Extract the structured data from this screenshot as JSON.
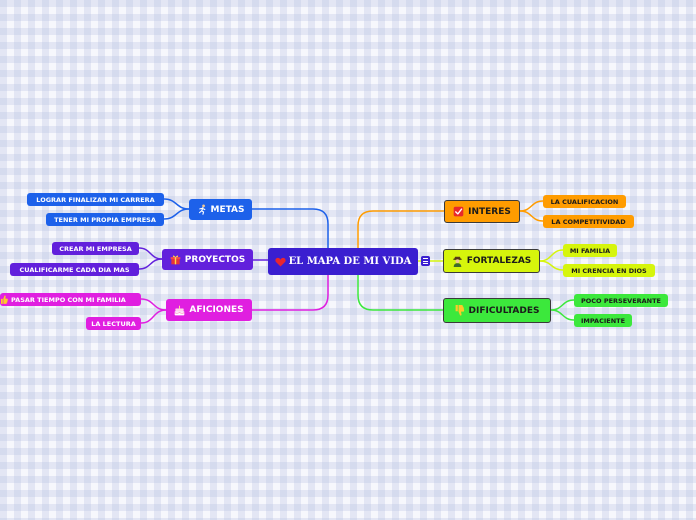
{
  "mindmap": {
    "central": {
      "label": "EL MAPA DE MI VIDA",
      "icon": "heart-icon",
      "notes_icon": "notes-icon",
      "color": "#3a1fd0"
    },
    "left": [
      {
        "label": "METAS",
        "icon": "runner-icon",
        "color": "#1d61ea",
        "children": [
          {
            "label": "LOGRAR FINALIZAR MI CARRERA"
          },
          {
            "label": "TENER MI PROPIA EMPRESA"
          }
        ]
      },
      {
        "label": "PROYECTOS",
        "icon": "gift-icon",
        "color": "#6220dc",
        "children": [
          {
            "label": "CREAR MI EMPRESA"
          },
          {
            "label": "CUALIFICARME CADA DIA MAS"
          }
        ]
      },
      {
        "label": "AFICIONES",
        "icon": "cake-icon",
        "color": "#e01fe0",
        "children": [
          {
            "label": "PASAR TIEMPO CON MI FAMILIA",
            "icon": "hand-icon"
          },
          {
            "label": "LA LECTURA"
          }
        ]
      }
    ],
    "right": [
      {
        "label": "INTERES",
        "icon": "checkbox-icon",
        "color": "#ff9c00",
        "children": [
          {
            "label": "LA CUALIFICACION"
          },
          {
            "label": "LA COMPETITIVIDAD"
          }
        ]
      },
      {
        "label": "FORTALEZAS",
        "icon": "person-icon",
        "color": "#d6f50c",
        "children": [
          {
            "label": "MI FAMILIA"
          },
          {
            "label": "MI CRENCIA EN DIOS"
          }
        ]
      },
      {
        "label": "DIFICULTADES",
        "icon": "thumbs-down-icon",
        "color": "#3ce83c",
        "children": [
          {
            "label": "POCO PERSEVERANTE"
          },
          {
            "label": "IMPACIENTE"
          }
        ]
      }
    ]
  }
}
